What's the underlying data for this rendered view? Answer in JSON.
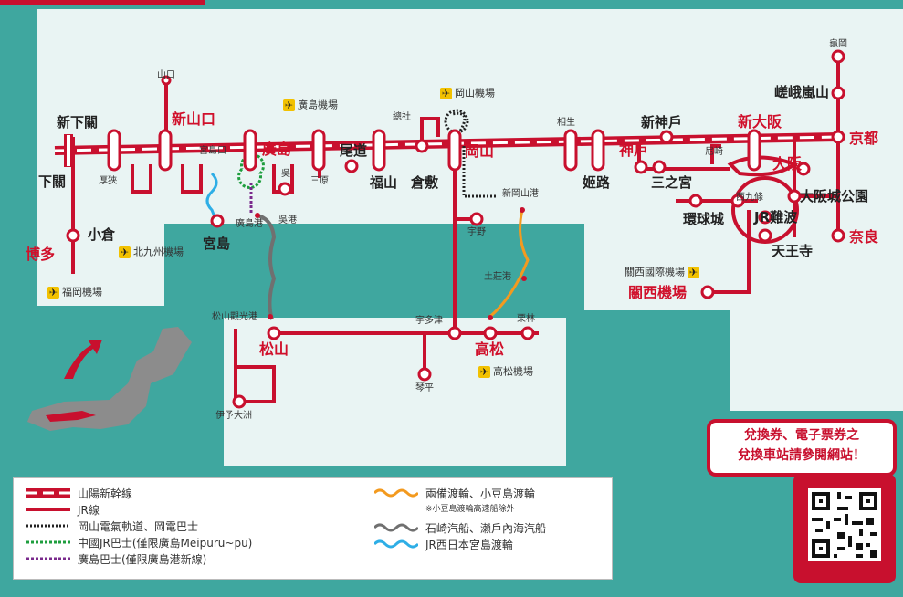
{
  "stations": {
    "yamaguchi": "山口",
    "shin_yamaguchi": "新山口",
    "shin_shimonoseki": "新下關",
    "shimonoseki": "下關",
    "asa": "厚狹",
    "kokura": "小倉",
    "hakata": "博多",
    "miyajimaguchi": "宮島口",
    "miyajima": "宮島",
    "miyajima_port": "廣島港",
    "kure_port": "吳港",
    "hiroshima": "廣島",
    "kure": "吳",
    "mihara": "三原",
    "onomichi": "尾道",
    "fukuyama": "福山",
    "kurashiki": "倉敷",
    "soja": "總社",
    "okayama": "岡山",
    "shin_okayama_port": "新岡山港",
    "uno": "宇野",
    "tonosho": "土莊港",
    "aioi": "相生",
    "himeji": "姬路",
    "shin_kobe": "新神戶",
    "kobe": "神戶",
    "sannomiya": "三之宮",
    "amagasaki": "尼崎",
    "shin_osaka": "新大阪",
    "osaka": "大阪",
    "nishikujo": "西九條",
    "osakajo": "大阪城公園",
    "universal": "環球城",
    "namba": "JR難波",
    "tennoji": "天王寺",
    "kyoto": "京都",
    "nara": "奈良",
    "kameoka": "龜岡",
    "saga": "嵯峨嵐山",
    "kansai_airport": "關西機場",
    "matsuyama_port": "松山觀光港",
    "matsuyama": "松山",
    "iyo_ozu": "伊予大洲",
    "utazu": "宇多津",
    "takamatsu": "高松",
    "kotohira": "琴平",
    "kurita": "栗林"
  },
  "airports": {
    "hiroshima": "廣島機場",
    "okayama": "岡山機場",
    "kitakyushu": "北九州機場",
    "fukuoka": "福岡機場",
    "takamatsu": "高松機場",
    "kansai": "關西國際機場"
  },
  "legend": {
    "shinkansen": "山陽新幹線",
    "jr": "JR線",
    "okayama_tram": "岡山電氣軌道、岡電巴士",
    "chugoku_bus": "中國JR巴士(僅限廣島Meipuru~pu)",
    "hiroshima_bus": "廣島巴士(僅限廣島港新線)",
    "ryobi_ferry": "兩備渡輪、小豆島渡輪",
    "ryobi_note": "※小豆島渡輪高速船除外",
    "ishizaki": "石崎汽船、瀨戶內海汽船",
    "jr_ferry": "JR西日本宮島渡輪"
  },
  "notice": {
    "line1": "兌換券、電子票券之",
    "line2": "兌換車站請參閱網站！"
  },
  "colors": {
    "sea": "#3fa79f",
    "land": "#e9f4f3",
    "rail": "#c8102e",
    "ferry_orange": "#f39a1f",
    "ferry_gray": "#707070",
    "ferry_blue": "#2eaee6"
  }
}
